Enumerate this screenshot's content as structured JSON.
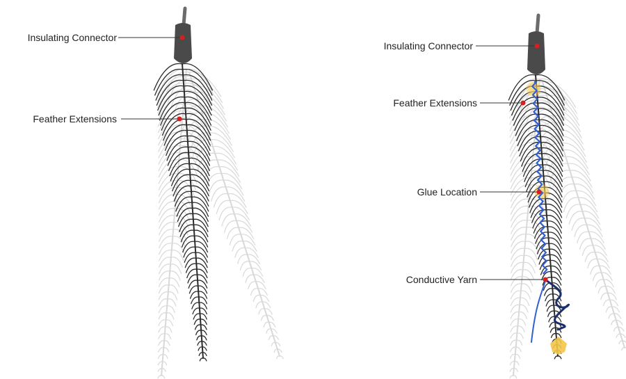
{
  "left_panel": {
    "labels": [
      {
        "id": "insulating-connector",
        "text": "Insulating Connector"
      },
      {
        "id": "feather-extensions",
        "text": "Feather Extensions"
      }
    ]
  },
  "right_panel": {
    "labels": [
      {
        "id": "insulating-connector",
        "text": "Insulating Connector"
      },
      {
        "id": "feather-extensions",
        "text": "Feather Extensions"
      },
      {
        "id": "glue-location",
        "text": "Glue Location"
      },
      {
        "id": "conductive-yarn",
        "text": "Conductive Yarn"
      }
    ]
  },
  "colors": {
    "marker": "#d61f1f",
    "yarn": "#2f5fd0",
    "yarn_dark": "#1c2f6b",
    "glue": "#f3c64a",
    "connector": "#4a4a4a",
    "feather": "#2b2b2b",
    "feather_faded": "#d8d8d8"
  }
}
